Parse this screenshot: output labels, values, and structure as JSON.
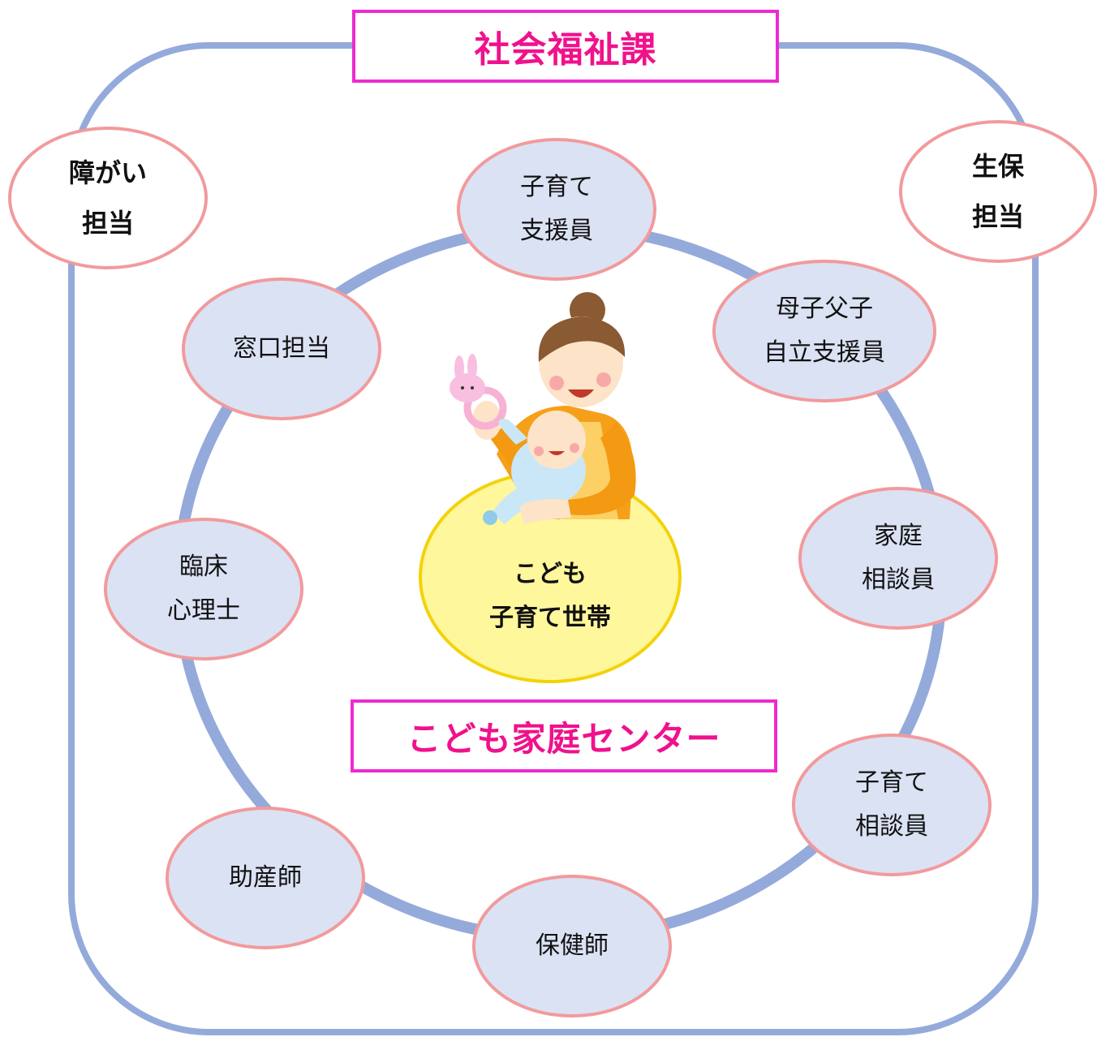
{
  "diagram": {
    "department_title": "社会福祉課",
    "center_title": "こども家庭センター",
    "target": {
      "line1": "こども",
      "line2": "子育て世帯"
    },
    "outer_roles": [
      {
        "line1": "障がい",
        "line2": "担当"
      },
      {
        "line1": "生保",
        "line2": "担当"
      }
    ],
    "inner_roles": [
      {
        "line1": "子育て",
        "line2": "支援員"
      },
      {
        "line1": "母子父子",
        "line2": "自立支援員"
      },
      {
        "line1": "窓口担当"
      },
      {
        "line1": "家庭",
        "line2": "相談員"
      },
      {
        "line1": "臨床",
        "line2": "心理士"
      },
      {
        "line1": "子育て",
        "line2": "相談員"
      },
      {
        "line1": "助産師"
      },
      {
        "line1": "保健師"
      }
    ]
  },
  "colors": {
    "title_text": "#f0118c",
    "title_border": "#ee2ad0",
    "outer_frame": "#94aadb",
    "bubble_fill": "#dbe2f4",
    "bubble_border": "#f29a9c",
    "center_fill": "#fff79c",
    "center_border": "#f4d20a"
  },
  "illustration": {
    "icon": "mother-holding-baby-illustration"
  }
}
